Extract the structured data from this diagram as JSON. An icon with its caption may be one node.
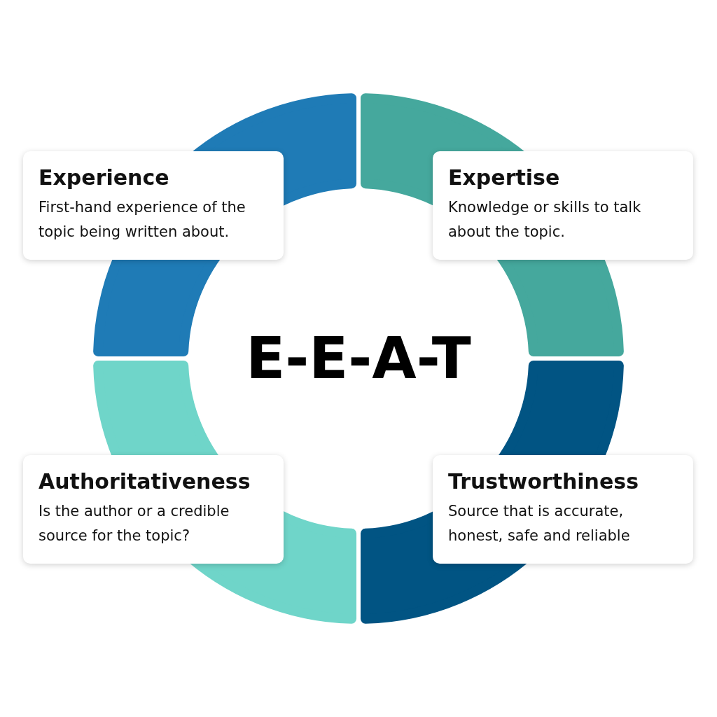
{
  "diagram": {
    "nodes": [
      {
        "text": [
          "Experience",
          "First-hand experience of the topic being written about."
        ]
      },
      {
        "text": [
          "Expertise",
          "Knowledge or skills to talk about the topic."
        ]
      },
      {
        "text": [
          "Authoritativeness",
          "Is the author or a credible source for the topic?"
        ]
      },
      {
        "text": [
          "Trustworthiness",
          "Source that is accurate, honest, safe and reliable"
        ]
      }
    ],
    "labels": [
      "E-E-A-T"
    ]
  }
}
